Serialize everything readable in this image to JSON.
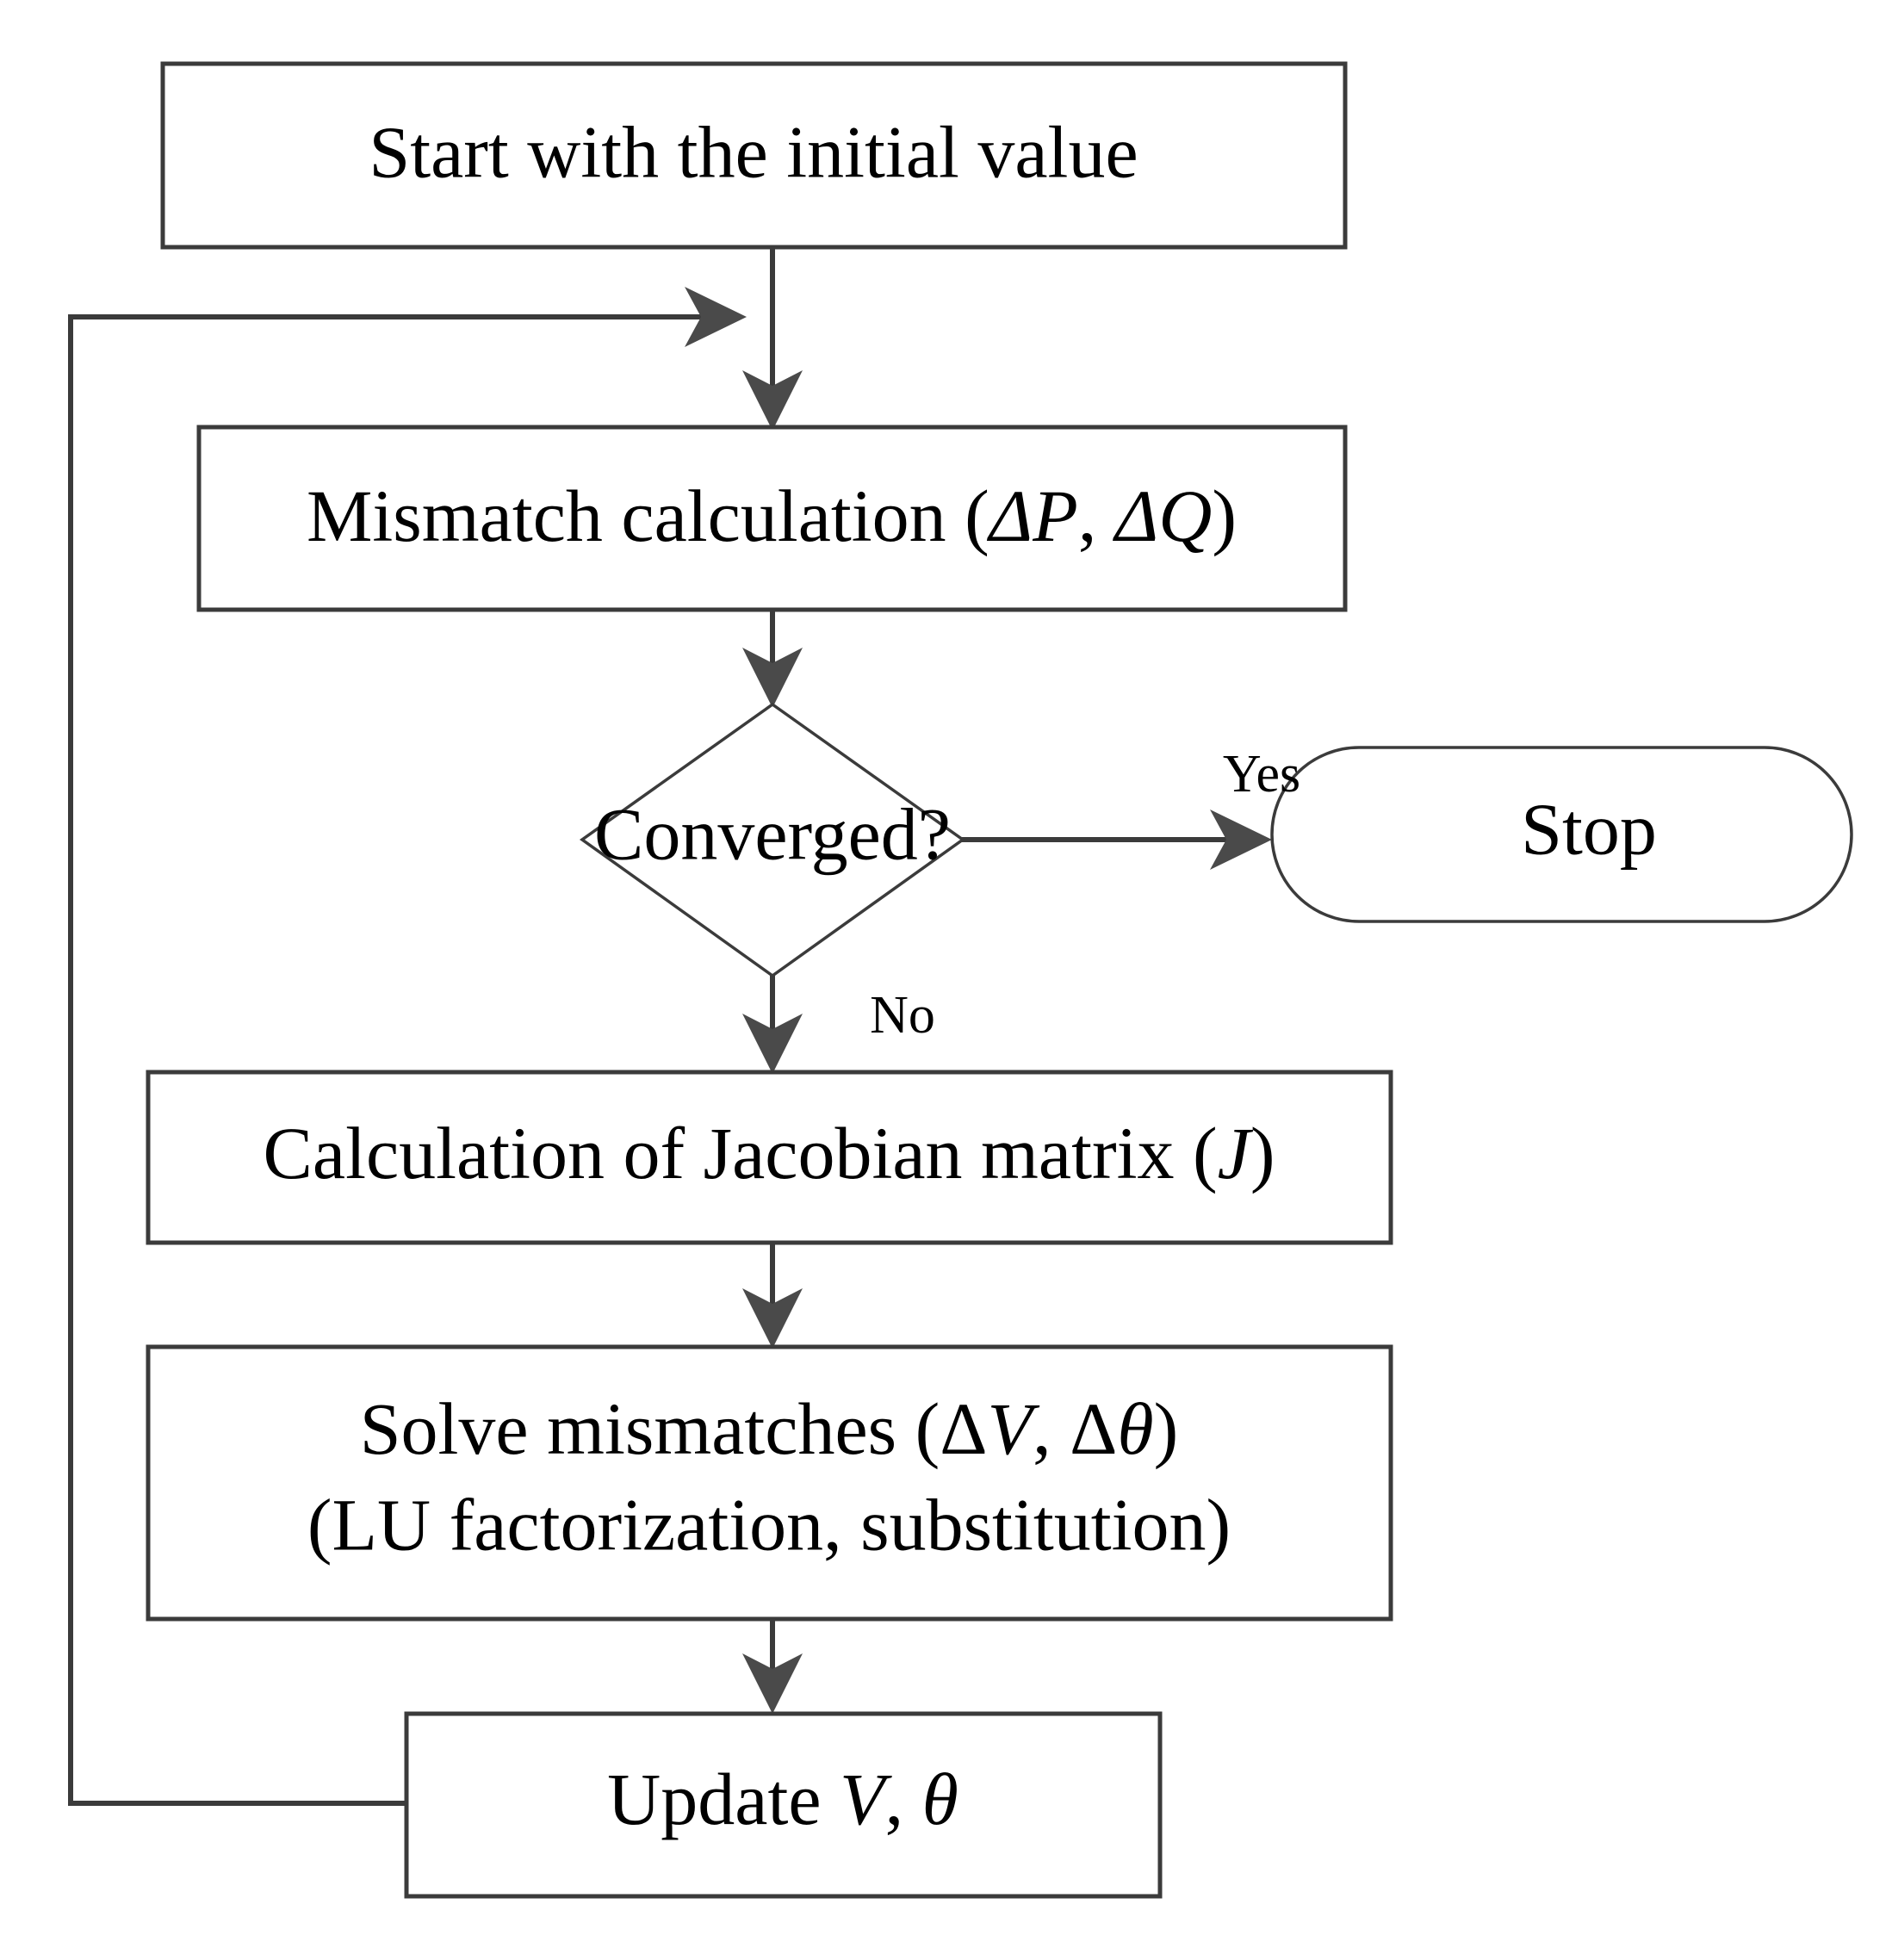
{
  "diagram": {
    "type": "flowchart",
    "title": "Newton-Raphson power flow iteration flowchart",
    "stroke_color": "#3b3b3b",
    "fill_color": "#ffffff",
    "text_color": "#000000",
    "nodes": {
      "start": {
        "shape": "rectangle",
        "label": "Start with the initial value"
      },
      "mismatch": {
        "shape": "rectangle",
        "label_pre": "Mismatch calculation (",
        "label_sym1": "ΔP",
        "label_mid": ", ",
        "label_sym2": "ΔQ",
        "label_post": ")",
        "label_full": "Mismatch calculation (ΔP, ΔQ)"
      },
      "decision": {
        "shape": "diamond",
        "label": "Converged?"
      },
      "stop": {
        "shape": "stadium",
        "label": "Stop"
      },
      "jacobian": {
        "shape": "rectangle",
        "label_pre": "Calculation of Jacobian matrix (",
        "label_sym": "J",
        "label_post": ")",
        "label_full": "Calculation of Jacobian matrix (J)"
      },
      "solve": {
        "shape": "rectangle",
        "line1_pre": "Solve mismatches (Δ",
        "line1_sym1": "V",
        "line1_mid": ", Δ",
        "line1_sym2": "θ",
        "line1_post": ")",
        "line1_full": "Solve mismatches (ΔV, Δθ)",
        "line2": "(LU factorization, substitution)"
      },
      "update": {
        "shape": "rectangle",
        "label_pre": "Update ",
        "label_sym1": "V",
        "label_mid": ", ",
        "label_sym2": "θ",
        "label_full": "Update V, θ"
      }
    },
    "edge_labels": {
      "yes": "Yes",
      "no": "No"
    },
    "edges": [
      {
        "from": "start",
        "to": "mismatch",
        "label": ""
      },
      {
        "from": "mismatch",
        "to": "decision",
        "label": ""
      },
      {
        "from": "decision",
        "to": "stop",
        "label": "Yes"
      },
      {
        "from": "decision",
        "to": "jacobian",
        "label": "No"
      },
      {
        "from": "jacobian",
        "to": "solve",
        "label": ""
      },
      {
        "from": "solve",
        "to": "update",
        "label": ""
      },
      {
        "from": "update",
        "to": "mismatch",
        "label": ""
      }
    ]
  }
}
